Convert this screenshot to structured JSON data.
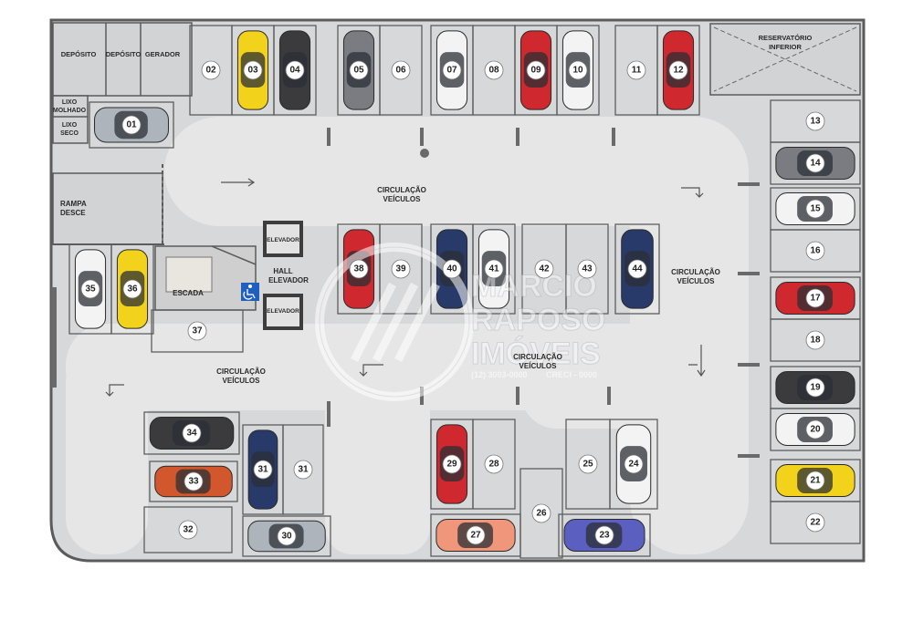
{
  "rooms": {
    "deposito_1": "DEPÓSITO",
    "deposito_2": "DEPÓSITO",
    "gerador": "GERADOR",
    "lixo_molhado": [
      "LIXO",
      "MOLHADO"
    ],
    "lixo_seco": [
      "LIXO",
      "SECO"
    ],
    "reservatorio": [
      "RESERVATÓRIO",
      "INFERIOR"
    ],
    "rampa": [
      "RAMPA",
      "DESCE"
    ],
    "escada": "ESCADA",
    "elevador_1": "ELEVADOR",
    "elevador_2": "ELEVADOR",
    "hall": [
      "HALL",
      "ELEVADOR"
    ]
  },
  "circulation": {
    "top": [
      "CIRCULAÇÃO",
      "VEÍCULOS"
    ],
    "right": [
      "CIRCULAÇÃO",
      "VEÍCULOS"
    ],
    "left": [
      "CIRCULAÇÃO",
      "VEÍCULOS"
    ],
    "center": [
      "CIRCULAÇÃO",
      "VEÍCULOS"
    ]
  },
  "watermark": {
    "line1": "MARCIO",
    "line2": "RAPOSO",
    "line3": "IMÓVEIS",
    "phone": "(12) 3003-0000",
    "creci": "CRECI - 0000"
  },
  "icons": {
    "accessibility": "wheelchair-icon",
    "arrows": "direction-arrow-icon",
    "pillar": "pillar-icon"
  },
  "colors": {
    "floor": "#d9dadb",
    "aisle": "#e6e6e6",
    "wall": "#5b5b5b",
    "accessible_sign": "#1f5fbf"
  },
  "spaces": [
    {
      "num": "01",
      "car": "silver"
    },
    {
      "num": "02",
      "car": ""
    },
    {
      "num": "03",
      "car": "yellow"
    },
    {
      "num": "04",
      "car": "black"
    },
    {
      "num": "05",
      "car": "gray"
    },
    {
      "num": "06",
      "car": ""
    },
    {
      "num": "07",
      "car": "white"
    },
    {
      "num": "08",
      "car": ""
    },
    {
      "num": "09",
      "car": "red"
    },
    {
      "num": "10",
      "car": "white"
    },
    {
      "num": "11",
      "car": ""
    },
    {
      "num": "12",
      "car": "red"
    },
    {
      "num": "13",
      "car": ""
    },
    {
      "num": "14",
      "car": "gray"
    },
    {
      "num": "15",
      "car": "white"
    },
    {
      "num": "16",
      "car": ""
    },
    {
      "num": "17",
      "car": "red"
    },
    {
      "num": "18",
      "car": ""
    },
    {
      "num": "19",
      "car": "black"
    },
    {
      "num": "20",
      "car": "white"
    },
    {
      "num": "21",
      "car": "yellow"
    },
    {
      "num": "22",
      "car": ""
    },
    {
      "num": "23",
      "car": "blue"
    },
    {
      "num": "24",
      "car": "white"
    },
    {
      "num": "25",
      "car": ""
    },
    {
      "num": "26",
      "car": ""
    },
    {
      "num": "27",
      "car": "salmon"
    },
    {
      "num": "28",
      "car": ""
    },
    {
      "num": "29",
      "car": "red"
    },
    {
      "num": "30",
      "car": "silver"
    },
    {
      "num": "31",
      "car": "navy"
    },
    {
      "num": "31",
      "car": ""
    },
    {
      "num": "32",
      "car": ""
    },
    {
      "num": "33",
      "car": "orange"
    },
    {
      "num": "34",
      "car": "black"
    },
    {
      "num": "35",
      "car": "white"
    },
    {
      "num": "36",
      "car": "yellow"
    },
    {
      "num": "37",
      "car": ""
    },
    {
      "num": "38",
      "car": "red"
    },
    {
      "num": "39",
      "car": ""
    },
    {
      "num": "40",
      "car": "navy"
    },
    {
      "num": "41",
      "car": "white"
    },
    {
      "num": "42",
      "car": ""
    },
    {
      "num": "43",
      "car": ""
    },
    {
      "num": "44",
      "car": "navy"
    }
  ]
}
